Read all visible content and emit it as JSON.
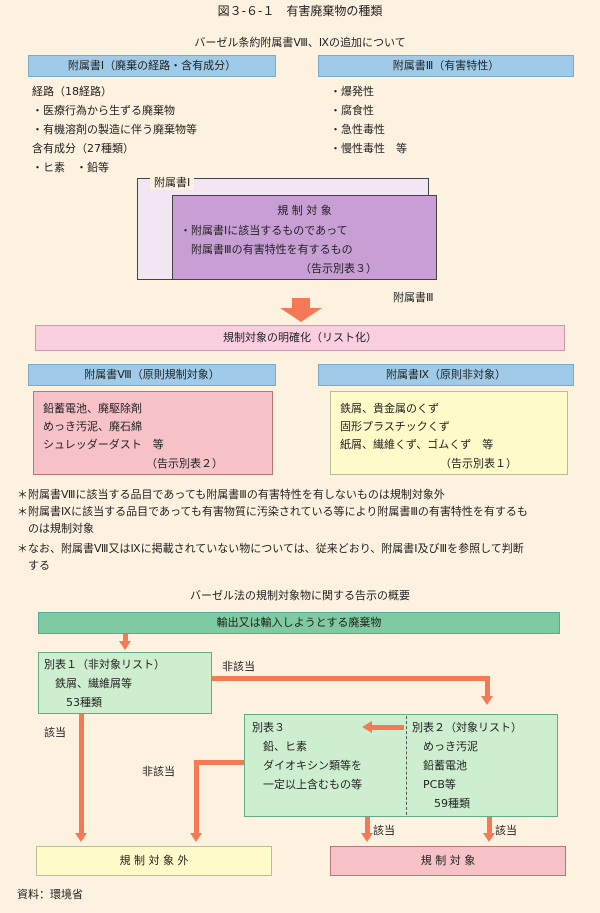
{
  "title": "図３-６-１　有害廃棄物の種類",
  "basel_section": {
    "heading": "バーゼル条約附属書Ⅷ、Ⅸの追加について",
    "annex1_header": "附属書Ⅰ（廃棄の経路・含有成分）",
    "annex3_header": "附属書Ⅲ（有害特性）",
    "annex1_items": [
      "経路（18経路）",
      "・医療行為から生ずる廃棄物",
      "・有機溶剤の製造に伴う廃棄物等",
      "含有成分（27種類）",
      "・ヒ素　・鉛等"
    ],
    "annex3_items": [
      "・爆発性",
      "・腐食性",
      "・急性毒性",
      "・慢性毒性　等"
    ],
    "venn_annex1_label": "附属書Ⅰ",
    "venn_annex3_label": "附属書Ⅲ",
    "regulated_title": "規 制 対 象",
    "regulated_lines": [
      "・附属書Ⅰに該当するものであって",
      "　附属書Ⅲの有害特性を有するもの",
      "（告示別表３）"
    ],
    "listing_box": "規制対象の明確化（リスト化）",
    "annex8_header": "附属書Ⅷ（原則規制対象）",
    "annex9_header": "附属書Ⅸ（原則非対象）",
    "annex8_items": [
      "鉛蓄電池、廃駆除剤",
      "めっき汚泥、廃石綿",
      "シュレッダーダスト　等",
      "（告示別表２）"
    ],
    "annex9_items": [
      "鉄屑、貴金属のくず",
      "固形プラスチックくず",
      "紙屑、繊維くず、ゴムくず　等",
      "（告示別表１）"
    ],
    "notes": [
      "＊附属書Ⅷに該当する品目であっても附属書Ⅲの有害特性を有しないものは規制対象外",
      "＊附属書Ⅸに該当する品目であっても有害物質に汚染されている等により附属書Ⅲの有害特性を有するも",
      "　のは規制対象",
      "＊なお、附属書Ⅷ又はⅨに掲載されていない物については、従来どおり、附属書Ⅰ及びⅢを参照して判断",
      "　する"
    ]
  },
  "flow_section": {
    "heading": "バーゼル法の規制対象物に関する告示の概要",
    "top_box": "輸出又は輸入しようとする廃棄物",
    "table1_lines": [
      "別表１（非対象リスト）",
      "　鉄屑、繊維屑等",
      "　　53種類"
    ],
    "table3_lines": [
      "別表３",
      "　鉛、ヒ素",
      "　ダイオキシン類等を",
      "　一定以上含むもの等"
    ],
    "table2_lines": [
      "別表２（対象リスト）",
      "　めっき汚泥",
      "　鉛蓄電池",
      "　PCB等",
      "　　59種類"
    ],
    "label_not_applicable_1": "非該当",
    "label_not_applicable_2": "非該当",
    "label_applicable_1": "該当",
    "label_applicable_2": "該当",
    "label_applicable_3": "該当",
    "outside_box": "規 制 対 象 外",
    "regulated_box": "規 制 対 象"
  },
  "source": "資料：環境省",
  "colors": {
    "background": "#fdf2e0",
    "blue_header": "#9fcbe8",
    "purple": "#c89fd4",
    "pink_box": "#f9cfe0",
    "red_box": "#f7c1c8",
    "yellow_box": "#fffbc8",
    "green_box": "#a9dcb8",
    "light_green_box": "#cdeecf",
    "arrow": "#f47a55"
  }
}
